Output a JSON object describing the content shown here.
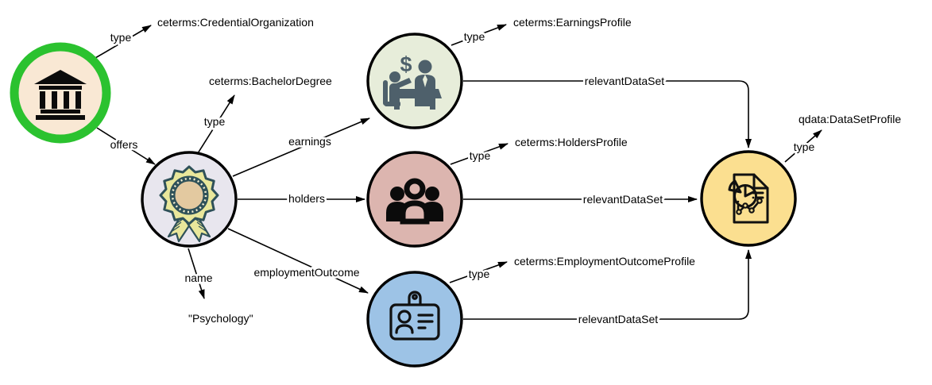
{
  "diagram": {
    "kind": "linked-data-graph",
    "background": "#ffffff",
    "edge_color": "#000000",
    "text_color": "#000000"
  },
  "icons": {
    "dollar": "$"
  },
  "nodes": [
    {
      "id": "credential-organization",
      "icon": "bank-icon",
      "fill": "#f9e8d4",
      "ring": "#2bc22f"
    },
    {
      "id": "bachelor-degree-credential",
      "icon": "award-rosette-icon",
      "fill": "#e8e6ee",
      "stroke": "#000000",
      "rosette_yellow": "#e9e79b",
      "rosette_teal": "#2f5159",
      "rosette_tan": "#e3c9a0"
    },
    {
      "id": "earnings-profile",
      "icon": "salary-meeting-icon",
      "fill": "#e7edda",
      "stroke": "#000000",
      "icon_color": "#4e606b"
    },
    {
      "id": "holders-profile",
      "icon": "people-group-icon",
      "fill": "#dcb5af",
      "stroke": "#000000",
      "icon_color": "#0b0b0b"
    },
    {
      "id": "employment-outcome-profile",
      "icon": "id-badge-icon",
      "fill": "#9dc3e6",
      "stroke": "#000000",
      "icon_color": "#111111"
    },
    {
      "id": "dataset-profile",
      "icon": "data-report-icon",
      "fill": "#fbdf90",
      "stroke": "#000000",
      "icon_color": "#111111"
    }
  ],
  "edges": [
    {
      "from": "credential-organization",
      "label": "type",
      "value": "ceterms:CredentialOrganization"
    },
    {
      "from": "credential-organization",
      "to": "bachelor-degree-credential",
      "label": "offers"
    },
    {
      "from": "bachelor-degree-credential",
      "label": "type",
      "value": "ceterms:BachelorDegree"
    },
    {
      "from": "bachelor-degree-credential",
      "to": "earnings-profile",
      "label": "earnings"
    },
    {
      "from": "bachelor-degree-credential",
      "to": "holders-profile",
      "label": "holders"
    },
    {
      "from": "bachelor-degree-credential",
      "to": "employment-outcome-profile",
      "label": "employmentOutcome"
    },
    {
      "from": "bachelor-degree-credential",
      "label": "name",
      "value": "\"Psychology\""
    },
    {
      "from": "earnings-profile",
      "label": "type",
      "value": "ceterms:EarningsProfile"
    },
    {
      "from": "earnings-profile",
      "to": "dataset-profile",
      "label": "relevantDataSet"
    },
    {
      "from": "holders-profile",
      "label": "type",
      "value": "ceterms:HoldersProfile"
    },
    {
      "from": "holders-profile",
      "to": "dataset-profile",
      "label": "relevantDataSet"
    },
    {
      "from": "employment-outcome-profile",
      "label": "type",
      "value": "ceterms:EmploymentOutcomeProfile"
    },
    {
      "from": "employment-outcome-profile",
      "to": "dataset-profile",
      "label": "relevantDataSet"
    },
    {
      "from": "dataset-profile",
      "label": "type",
      "value": "qdata:DataSetProfile"
    }
  ]
}
